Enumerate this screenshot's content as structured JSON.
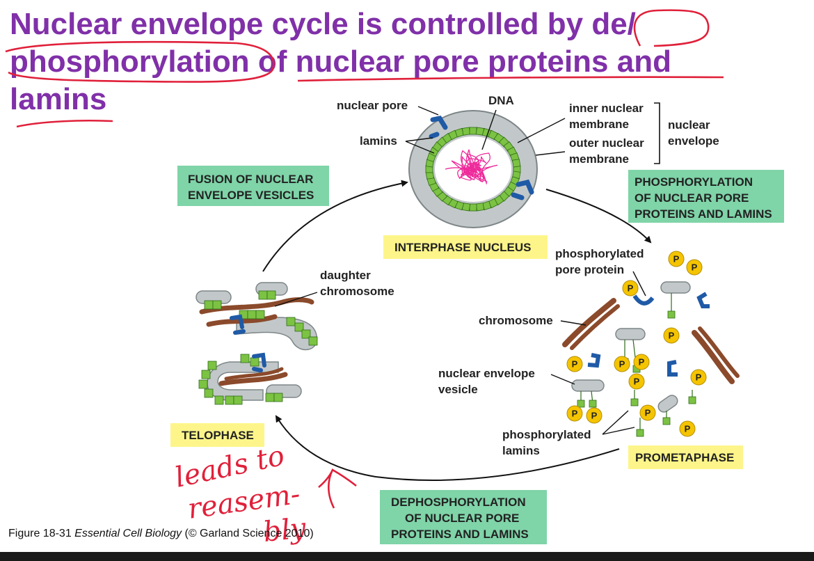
{
  "title": "Nuclear envelope cycle is controlled by de/ phosphorylation of nuclear pore proteins and lamins",
  "labels": {
    "nuclear_pore": "nuclear pore",
    "dna": "DNA",
    "lamins": "lamins",
    "inner_membrane_1": "inner nuclear",
    "inner_membrane_2": "membrane",
    "outer_membrane_1": "outer nuclear",
    "outer_membrane_2": "membrane",
    "envelope_1": "nuclear",
    "envelope_2": "envelope",
    "daughter_1": "daughter",
    "daughter_2": "chromosome",
    "phos_pore_1": "phosphorylated",
    "phos_pore_2": "pore protein",
    "chromosome": "chromosome",
    "vesicle_1": "nuclear envelope",
    "vesicle_2": "vesicle",
    "phos_lamins_1": "phosphorylated",
    "phos_lamins_2": "lamins",
    "p": "P"
  },
  "boxes": {
    "fusion": [
      "FUSION OF NUCLEAR",
      "ENVELOPE VESICLES"
    ],
    "phosphorylation": [
      "PHOSPHORYLATION",
      "OF NUCLEAR PORE",
      "PROTEINS AND LAMINS"
    ],
    "dephosphorylation": [
      "DEPHOSPHORYLATION",
      "OF NUCLEAR PORE",
      "PROTEINS AND LAMINS"
    ],
    "interphase": "INTERPHASE NUCLEUS",
    "telophase": "TELOPHASE",
    "prometaphase": "PROMETAPHASE"
  },
  "handwriting": [
    "leads to",
    "reasem-",
    "bly"
  ],
  "caption": {
    "prefix": "Figure 18-31",
    "book": "Essential Cell Biology",
    "suffix": "(© Garland Science 2010)"
  },
  "colors": {
    "title": "#8030a8",
    "annotation": "#e0203a",
    "green_box": "#7fd4a8",
    "yellow_box": "#fdf58a",
    "membrane": "#c2c8c9",
    "lamina": "#7cc243",
    "pore": "#1f5aa6",
    "chromosome": "#8b4a2b",
    "dna": "#ee2a9b",
    "phosphate": "#f5c400"
  }
}
